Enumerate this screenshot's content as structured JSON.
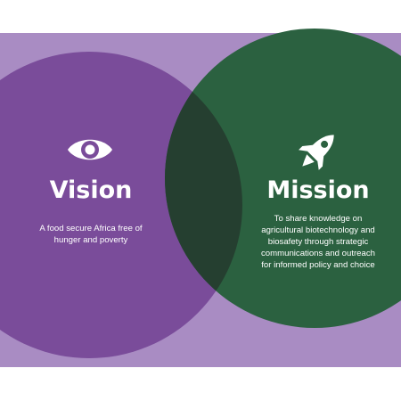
{
  "colors": {
    "purple_band": "#a98cc3",
    "vision_purple": "#7a4c9a",
    "mission_green": "#2b6140",
    "overlap_dark": "#253f30",
    "text": "#ffffff"
  },
  "vision": {
    "icon": "eye-icon",
    "title": "Vision",
    "description_lines": [
      "A food secure Africa free of",
      "hunger and poverty"
    ]
  },
  "mission": {
    "icon": "rocket-icon",
    "title": "Mission",
    "description_lines": [
      "To share knowledge on",
      "agricultural biotechnology and",
      "biosafety through strategic",
      "communications and outreach",
      "for informed policy and choice"
    ]
  }
}
